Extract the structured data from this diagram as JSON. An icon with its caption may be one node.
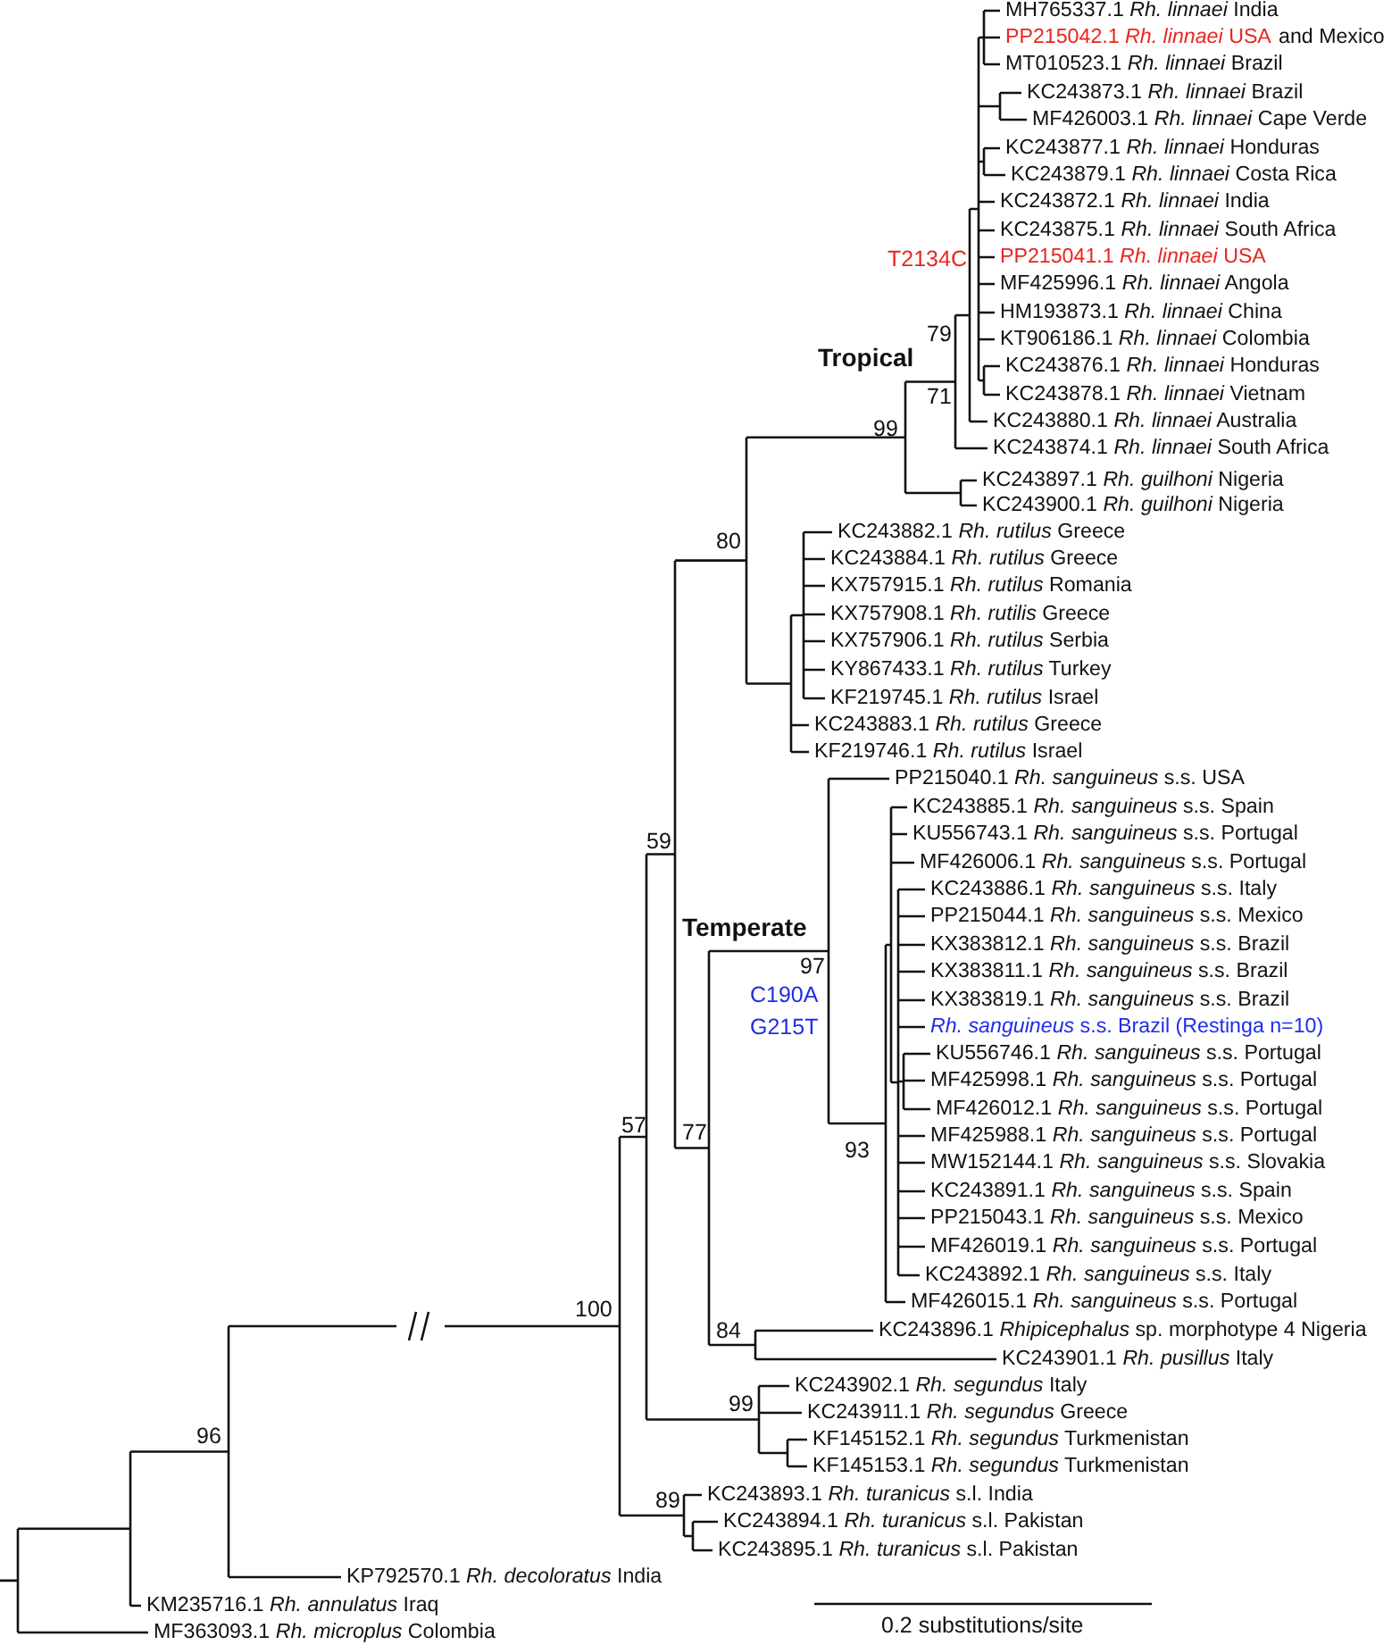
{
  "diagram": {
    "labels": [
      "MH765337.1 *Rh. linnaei* India",
      "PP215042.1 *Rh. linnaei* USA",
      "and Mexico",
      "MT010523.1 *Rh. linnaei* Brazil",
      "KC243873.1 *Rh. linnaei* Brazil",
      "MF426003.1 *Rh. linnaei* Cape Verde",
      "KC243877.1 *Rh. linnaei* Honduras",
      "KC243879.1 *Rh. linnaei* Costa Rica",
      "KC243872.1 *Rh. linnaei* India",
      "KC243875.1 *Rh. linnaei* South Africa",
      "PP215041.1 *Rh. linnaei* USA",
      "MF425996.1 *Rh. linnaei* Angola",
      "HM193873.1 *Rh. linnaei* China",
      "KT906186.1 *Rh. linnaei* Colombia",
      "KC243876.1 *Rh. linnaei* Honduras",
      "KC243878.1 *Rh. linnaei* Vietnam",
      "KC243880.1 *Rh. linnaei* Australia",
      "KC243874.1 *Rh. linnaei* South Africa",
      "KC243897.1 *Rh. guilhoni* Nigeria",
      "KC243900.1 *Rh. guilhoni* Nigeria",
      "KC243882.1 *Rh. rutilus* Greece",
      "KC243884.1 *Rh. rutilus* Greece",
      "KX757915.1 *Rh. rutilus* Romania",
      "KX757908.1 *Rh. rutilis* Greece",
      "KX757906.1 *Rh. rutilus* Serbia",
      "KY867433.1 *Rh. rutilus* Turkey",
      "KF219745.1 *Rh. rutilus* Israel",
      "KC243883.1 *Rh. rutilus* Greece",
      "KF219746.1 *Rh. rutilus* Israel",
      "PP215040.1 *Rh. sanguineus* s.s. USA",
      "KC243885.1 *Rh. sanguineus* s.s. Spain",
      "KU556743.1 *Rh. sanguineus* s.s. Portugal",
      "MF426006.1 *Rh. sanguineus* s.s. Portugal",
      "KC243886.1 *Rh. sanguineus* s.s. Italy",
      "PP215044.1 *Rh. sanguineus* s.s. Mexico",
      "KX383812.1 *Rh. sanguineus* s.s. Brazil",
      "KX383811.1 *Rh. sanguineus* s.s. Brazil",
      "KX383819.1 *Rh. sanguineus* s.s. Brazil",
      "*Rh. sanguineus* s.s. Brazil (Restinga n=10)",
      "KU556746.1 *Rh. sanguineus* s.s. Portugal",
      "MF425998.1 *Rh. sanguineus* s.s. Portugal",
      "MF426012.1 *Rh. sanguineus* s.s. Portugal",
      "MF425988.1 *Rh. sanguineus* s.s. Portugal",
      "MW152144.1 *Rh. sanguineus* s.s. Slovakia",
      "KC243891.1 *Rh. sanguineus* s.s. Spain",
      "PP215043.1 *Rh. sanguineus* s.s. Mexico",
      "MF426019.1 *Rh. sanguineus* s.s. Portugal",
      "KC243892.1 *Rh. sanguineus* s.s. Italy",
      "MF426015.1 *Rh. sanguineus* s.s. Portugal",
      "KC243896.1 *Rhipicephalus* sp. morphotype 4 Nigeria",
      "KC243901.1 *Rh. pusillus* Italy",
      "KC243902.1 *Rh. segundus* Italy",
      "KC243911.1 *Rh. segundus* Greece",
      "KF145152.1 *Rh. segundus* Turkmenistan",
      "KF145153.1 *Rh. segundus* Turkmenistan",
      "KC243893.1 *Rh. turanicus* s.l. India",
      "KC243894.1 *Rh. turanicus* s.l. Pakistan",
      "KC243895.1 *Rh. turanicus* s.l. Pakistan",
      "KP792570.1 *Rh. decoloratus* India",
      "KM235716.1 *Rh. annulatus* Iraq",
      "MF363093.1 *Rh. microplus* Colombia",
      "T2134C",
      "79",
      "Tropical",
      "71",
      "99",
      "80",
      "59",
      "Temperate",
      "97",
      "C190A",
      "G215T",
      "57",
      "77",
      "93",
      "100",
      "84",
      "99",
      "89",
      "96",
      "0.2 substitutions/site"
    ]
  }
}
